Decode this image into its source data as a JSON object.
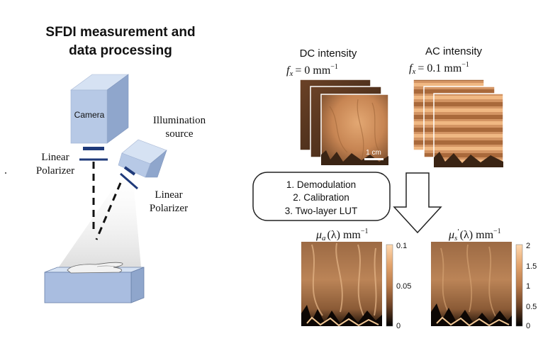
{
  "title": {
    "line1": "SFDI measurement and",
    "line2": "data  processing"
  },
  "setup": {
    "camera_label": "Camera",
    "illumination_line1": "Illumination",
    "illumination_line2": "source",
    "polarizer_left_line1": "Linear",
    "polarizer_left_line2": "Polarizer",
    "polarizer_right_line1": "Linear",
    "polarizer_right_line2": "Polarizer",
    "colors": {
      "box_front": "#b7c9e6",
      "box_top": "#d6e2f3",
      "box_side": "#8fa6cc",
      "polarizer": "#1f3a7a",
      "table": "#a9bde0",
      "beam": "#e4e4e4"
    }
  },
  "dc": {
    "title": "DC intensity",
    "freq_var": "f",
    "freq_sub": "x",
    "freq_value": "= 0 mm",
    "freq_exp": "−1",
    "scalebar": "1 cm"
  },
  "ac": {
    "title": "AC intensity",
    "freq_var": "f",
    "freq_sub": "x",
    "freq_value": "= 0.1 mm",
    "freq_exp": "−1"
  },
  "steps": [
    "1.  Demodulation",
    "2.  Calibration",
    "3.  Two-layer LUT"
  ],
  "mua": {
    "symbol": "μ",
    "sub": "a",
    "suffix": "(λ) mm",
    "exp": "−1",
    "colorbar_ticks": [
      "0.1",
      "0.05",
      "0"
    ],
    "colorbar_range": [
      0,
      0.1
    ]
  },
  "mus": {
    "symbol": "μ",
    "sub": "s",
    "prime": "′",
    "suffix": "(λ) mm",
    "exp": "−1",
    "colorbar_ticks": [
      "2",
      "1.5",
      "1",
      "0.5",
      "0"
    ],
    "colorbar_range": [
      0,
      2
    ]
  },
  "colormap": [
    "#000000",
    "#5a3a22",
    "#b07a4c",
    "#f4c490",
    "#ffe2c2"
  ]
}
